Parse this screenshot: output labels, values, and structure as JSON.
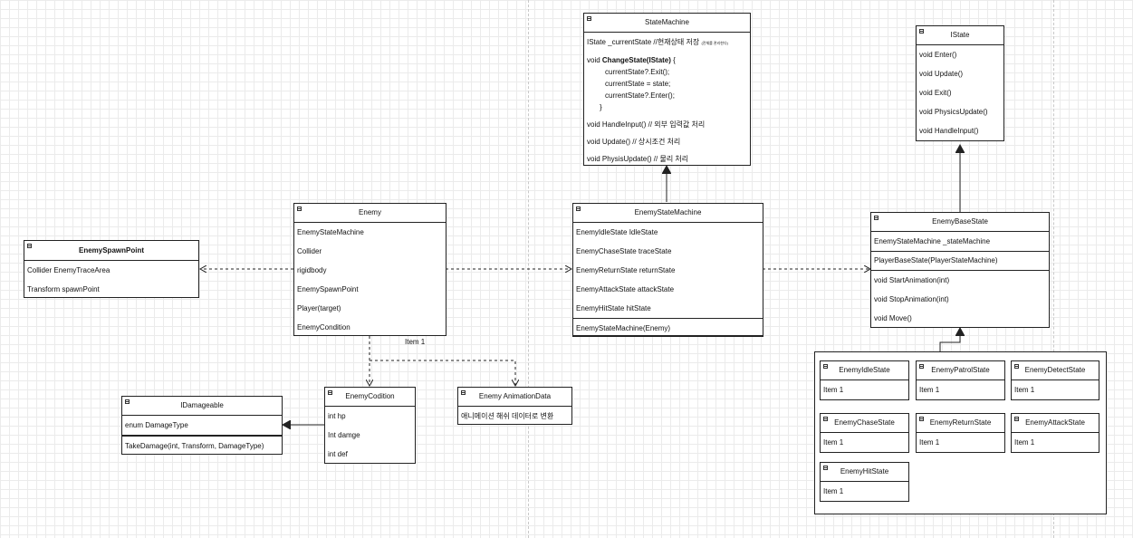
{
  "state_machine": {
    "title": "StateMachine",
    "field": "IState _currentState //현재상태 저장",
    "field_note": "(전체를 관리한다)",
    "change_prefix": "void ",
    "change_bold": "ChangeState(IState)",
    "change_suffix": " {",
    "body1": "currentState?.Exit();",
    "body2": "currentState = state;",
    "body3": "currentState?.Enter();",
    "close": "}",
    "handle": "void HandleInput() // 외부 입력값 처리",
    "update": "void Update() // 상시조건 처리",
    "physics": "void PhysisUpdate() // 물리 처리"
  },
  "istate": {
    "title": "IState",
    "methods": [
      "void Enter()",
      "void Update()",
      "void Exit()",
      "void PhysicsUpdate()",
      "void HandleInput()"
    ]
  },
  "enemy": {
    "title": "Enemy",
    "fields": [
      "EnemyStateMachine",
      "Collider",
      "rigidbody",
      "EnemySpawnPoint",
      "Player(target)",
      "EnemyCondition"
    ]
  },
  "enemy_state_machine": {
    "title": "EnemyStateMachine",
    "fields": [
      "EnemyIdleState IdleState",
      "EnemyChaseState traceState",
      "EnemyReturnState returnState",
      "EnemyAttackState attackState",
      "EnemyHitState hitState"
    ],
    "method": "EnemyStateMachine(Enemy)"
  },
  "enemy_base_state": {
    "title": "EnemyBaseState",
    "field": "EnemyStateMachine _stateMachine",
    "ctor": "PlayerBaseState(PlayerStateMachine)",
    "methods": [
      "void StartAnimation(int)",
      "void StopAnimation(int)",
      "void Move()"
    ]
  },
  "enemy_spawn_point": {
    "title": "EnemySpawnPoint",
    "fields": [
      "Collider EnemyTraceArea",
      "Transform spawnPoint"
    ]
  },
  "idamageable": {
    "title": "IDamageable",
    "field": "enum DamageType",
    "method": "TakeDamage(int, Transform, DamageType)"
  },
  "enemy_codition": {
    "title": "EnemyCodition",
    "fields": [
      "int hp",
      "Int damge",
      "int def"
    ]
  },
  "enemy_animation_data": {
    "title": "Enemy AnimationData",
    "field": "애니메이션 해쉬 데이터로 변환"
  },
  "edge_label": "Item 1",
  "states": [
    {
      "title": "EnemyIdleState",
      "item": "Item 1"
    },
    {
      "title": "EnemyPatrolState",
      "item": "Item 1"
    },
    {
      "title": "EnemyDetectState",
      "item": "Item 1"
    },
    {
      "title": "EnemyChaseState",
      "item": "Item 1"
    },
    {
      "title": "EnemyReturnState",
      "item": "Item 1"
    },
    {
      "title": "EnemyAttackState",
      "item": "Item 1"
    },
    {
      "title": "EnemyHitState",
      "item": "Item 1"
    }
  ]
}
